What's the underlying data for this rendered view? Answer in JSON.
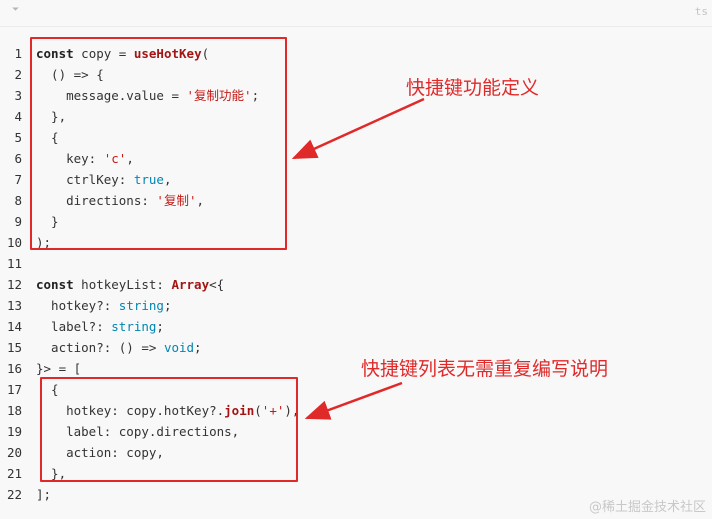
{
  "editor": {
    "collapse_glyph": "⏷",
    "language": "ts"
  },
  "code_lines": [
    {
      "n": "1",
      "tokens": [
        {
          "t": "const",
          "c": "kw"
        },
        {
          "t": " copy = "
        },
        {
          "t": "useHotKey",
          "c": "fn"
        },
        {
          "t": "("
        }
      ]
    },
    {
      "n": "2",
      "tokens": [
        {
          "t": "  () => {"
        }
      ]
    },
    {
      "n": "3",
      "tokens": [
        {
          "t": "    message.value = "
        },
        {
          "t": "'复制功能'",
          "c": "str"
        },
        {
          "t": ";"
        }
      ]
    },
    {
      "n": "4",
      "tokens": [
        {
          "t": "  },"
        }
      ]
    },
    {
      "n": "5",
      "tokens": [
        {
          "t": "  {"
        }
      ]
    },
    {
      "n": "6",
      "tokens": [
        {
          "t": "    key: "
        },
        {
          "t": "'c'",
          "c": "str"
        },
        {
          "t": ","
        }
      ]
    },
    {
      "n": "7",
      "tokens": [
        {
          "t": "    ctrlKey: "
        },
        {
          "t": "true",
          "c": "tp"
        },
        {
          "t": ","
        }
      ]
    },
    {
      "n": "8",
      "tokens": [
        {
          "t": "    directions: "
        },
        {
          "t": "'复制'",
          "c": "str"
        },
        {
          "t": ","
        }
      ]
    },
    {
      "n": "9",
      "tokens": [
        {
          "t": "  }"
        }
      ]
    },
    {
      "n": "10",
      "tokens": [
        {
          "t": ");"
        }
      ]
    },
    {
      "n": "11",
      "tokens": [
        {
          "t": ""
        }
      ]
    },
    {
      "n": "12",
      "tokens": [
        {
          "t": "const",
          "c": "kw"
        },
        {
          "t": " hotkeyList: "
        },
        {
          "t": "Array",
          "c": "fn"
        },
        {
          "t": "<{"
        }
      ]
    },
    {
      "n": "13",
      "tokens": [
        {
          "t": "  hotkey?: "
        },
        {
          "t": "string",
          "c": "tp"
        },
        {
          "t": ";"
        }
      ]
    },
    {
      "n": "14",
      "tokens": [
        {
          "t": "  label?: "
        },
        {
          "t": "string",
          "c": "tp"
        },
        {
          "t": ";"
        }
      ]
    },
    {
      "n": "15",
      "tokens": [
        {
          "t": "  action?: () => "
        },
        {
          "t": "void",
          "c": "tp"
        },
        {
          "t": ";"
        }
      ]
    },
    {
      "n": "16",
      "tokens": [
        {
          "t": "}> = ["
        }
      ]
    },
    {
      "n": "17",
      "tokens": [
        {
          "t": "  {"
        }
      ]
    },
    {
      "n": "18",
      "tokens": [
        {
          "t": "    hotkey: copy.hotKey?."
        },
        {
          "t": "join",
          "c": "fn"
        },
        {
          "t": "("
        },
        {
          "t": "'+'",
          "c": "str"
        },
        {
          "t": "),"
        }
      ]
    },
    {
      "n": "19",
      "tokens": [
        {
          "t": "    label: copy.directions,"
        }
      ]
    },
    {
      "n": "20",
      "tokens": [
        {
          "t": "    action: copy,"
        }
      ]
    },
    {
      "n": "21",
      "tokens": [
        {
          "t": "  },"
        }
      ]
    },
    {
      "n": "22",
      "tokens": [
        {
          "t": "];"
        }
      ]
    }
  ],
  "annotations": {
    "note1": "快捷键功能定义",
    "note2": "快捷键列表无需重复编写说明",
    "accent_color": "#e02a2a"
  },
  "watermark": "@稀土掘金技术社区"
}
